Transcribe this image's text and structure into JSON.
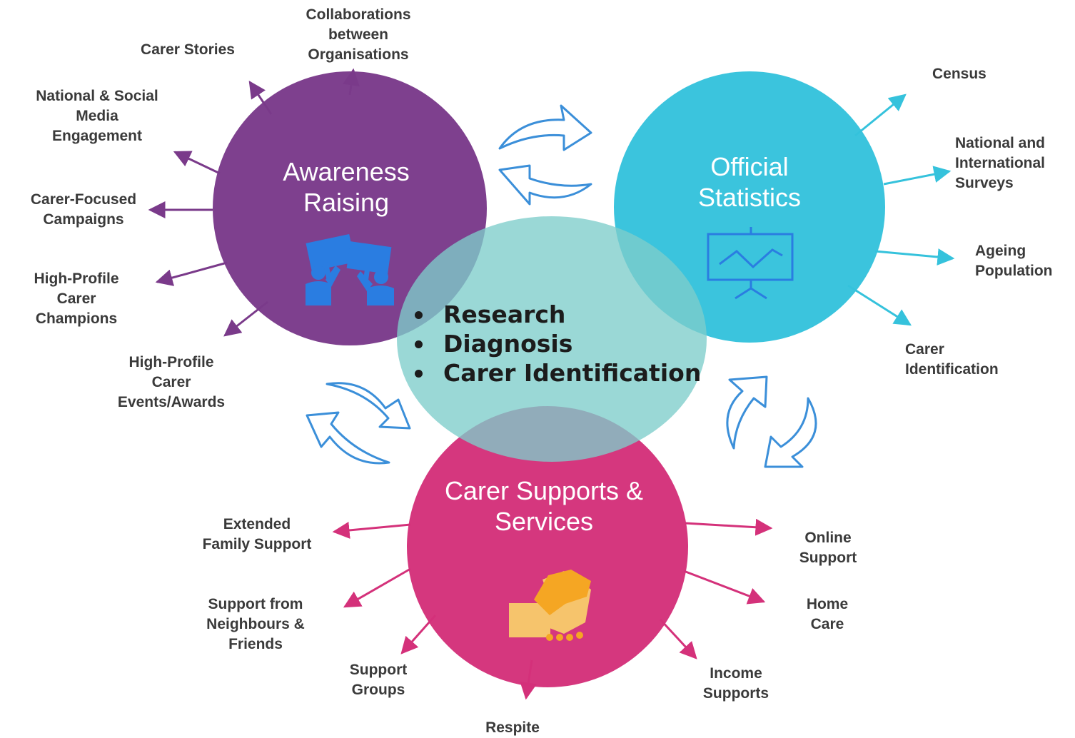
{
  "colors": {
    "awareness": "#7a3a8a",
    "statistics": "#35c2dc",
    "center": "#7ecdcb",
    "supports": "#d4317a",
    "cycle_arrows": "#3b8fd9",
    "icon_blue": "#2a7de1"
  },
  "center": {
    "items": [
      "Research",
      "Diagnosis",
      "Carer Identification"
    ]
  },
  "awareness": {
    "title": "Awareness\nRaising",
    "icon": "protest-signs-icon",
    "labels": [
      "Carer Stories",
      "Collaborations\nbetween\nOrganisations",
      "National & Social\nMedia\nEngagement",
      "Carer-Focused\nCampaigns",
      "High-Profile\nCarer\nChampions",
      "High-Profile\nCarer\nEvents/Awards"
    ]
  },
  "statistics": {
    "title": "Official\nStatistics",
    "icon": "presentation-chart-icon",
    "labels": [
      "Census",
      "National and\nInternational\nSurveys",
      "Ageing\nPopulation",
      "Carer\nIdentification"
    ]
  },
  "supports": {
    "title": "Carer Supports &\nServices",
    "icon": "handshake-icon",
    "labels": [
      "Extended\nFamily Support",
      "Support from\nNeighbours &\nFriends",
      "Support\nGroups",
      "Respite",
      "Online\nSupport",
      "Home\nCare",
      "Income\nSupports"
    ]
  }
}
